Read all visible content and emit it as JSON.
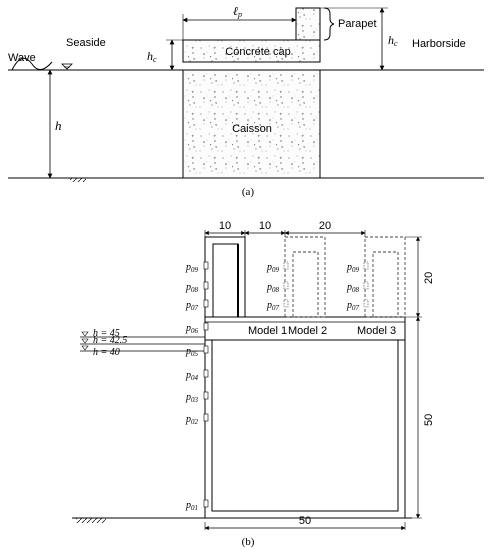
{
  "panel_a": {
    "wave": "Wave",
    "seaside": "Seaside",
    "harborside": "Harborside",
    "parapet": "Parapet",
    "concrete_cap": "Concrete cap",
    "caisson": "Caisson",
    "lp_main": "ℓ",
    "lp_sub": "p",
    "hc_main": "h",
    "hc_sub": "c",
    "h": "h",
    "caption": "(a)"
  },
  "panel_b": {
    "dims": {
      "d10a": "10",
      "d10b": "10",
      "d20top": "20",
      "d20side": "20",
      "d50side": "50",
      "d50bottom": "50"
    },
    "models": [
      "Model 1",
      "Model 2",
      "Model 3"
    ],
    "water_levels": [
      "h = 45",
      "h = 42.5",
      "h = 40"
    ],
    "sensors": {
      "p09": "09",
      "p08": "08",
      "p07": "07",
      "p06": "06",
      "p05": "05",
      "p04": "04",
      "p03": "03",
      "p02": "02",
      "p01": "01"
    },
    "sensor_prefix": "p",
    "caption": "(b)"
  },
  "colors": {
    "line": "#000000",
    "dash": "#444444",
    "fill": "#fdfdfd"
  }
}
